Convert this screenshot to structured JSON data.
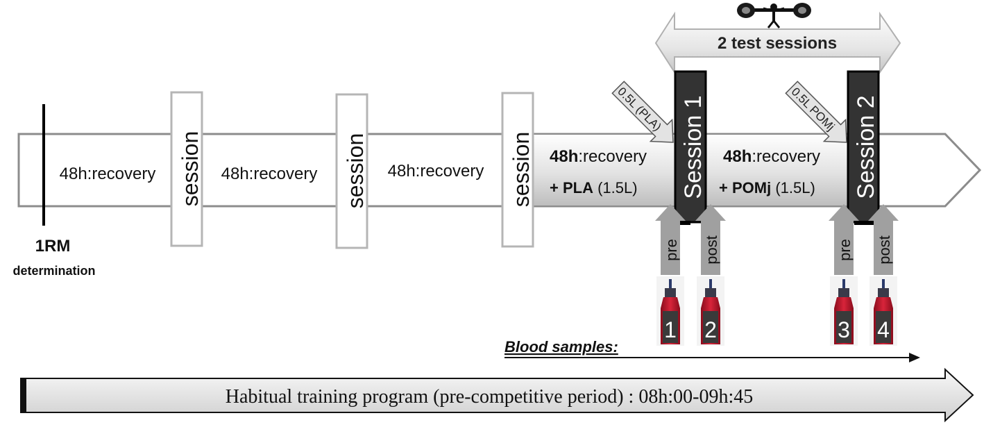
{
  "start": {
    "label_main": "1RM",
    "label_sub": "determination"
  },
  "recovery_label": "48h:recovery",
  "session_label": "session",
  "phase1": {
    "bold": "48h",
    "text": ":recovery",
    "plus": "+ ",
    "supplement": "PLA",
    "volume": " (1.5L)"
  },
  "phase2": {
    "bold": "48h",
    "text": ":recovery",
    "plus": "+ ",
    "supplement": "POMj",
    "volume": " (1.5L)"
  },
  "test_sessions_label": "2 test sessions",
  "session1_label": "Session 1",
  "session2_label": "Session 2",
  "dose1_label": "0.5L (PLA)",
  "dose2_label": "0.5L POMj",
  "pre_label": "pre",
  "post_label": "post",
  "samples": [
    "1",
    "2",
    "3",
    "4"
  ],
  "blood_samples_label": "Blood samples:",
  "habitual_program_label": "Habitual training program (pre-competitive period) : 08h:00-09h:45",
  "colors": {
    "session_box": "#333333",
    "session_border": "#b5b5b5",
    "arrow_gray": "#9e9e9e",
    "outline": "#7f7f7f",
    "blood": "#c0142a"
  }
}
